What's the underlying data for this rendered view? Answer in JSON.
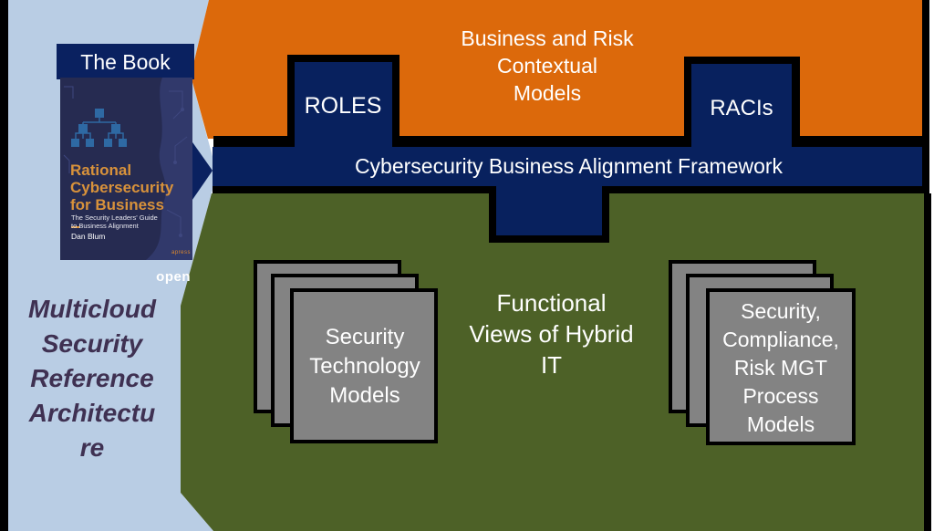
{
  "banner": {
    "book_header": "The Book",
    "book_cover": {
      "title_lines": "Rational\nCybersecurity\nfor Business",
      "subtitle": "The Security Leaders' Guide\nto Business Alignment",
      "author": "Dan Blum",
      "publisher_top": "apress",
      "publisher": "open"
    },
    "caption": "Multicloud\nSecurity\nReference\nArchitectu\nre"
  },
  "top_block": {
    "label": "Business and Risk\nContextual\nModels"
  },
  "tabs": {
    "left": "ROLES",
    "right": "RACIs"
  },
  "framework_bar": {
    "label": "Cybersecurity Business Alignment Framework"
  },
  "bottom_block": {
    "label": "Functional\nViews of Hybrid\nIT",
    "left_stack": "Security\nTechnology\nModels",
    "right_stack": "Security,\nCompliance,\nRisk MGT\nProcess\nModels"
  },
  "colors": {
    "orange": "#DC690B",
    "navy": "#08215E",
    "green": "#4D6127",
    "light_blue": "#B9CDE4",
    "gray": "#838383",
    "outline": "#000000",
    "caption_purple": "#3F3152",
    "book_title_orange": "#D8923B",
    "book_cover_bg": "#262B51"
  }
}
